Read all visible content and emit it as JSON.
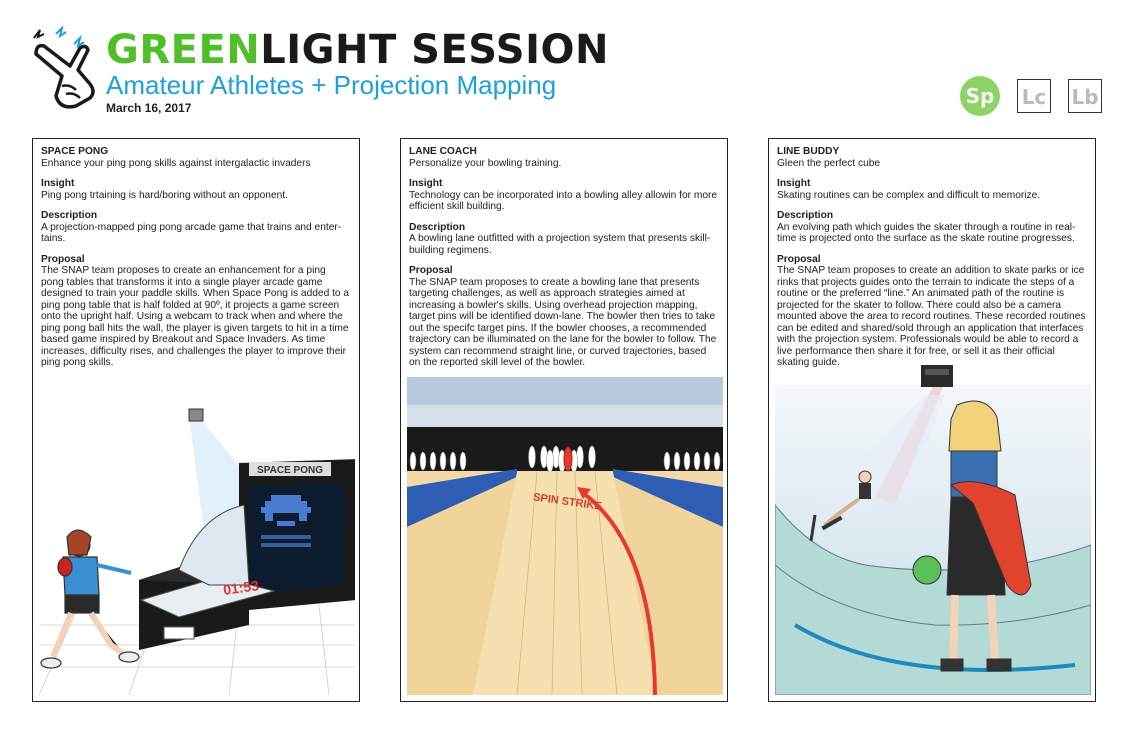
{
  "header": {
    "title_green": "GREEN",
    "title_dark": "LIGHT SESSION",
    "subtitle": "Amateur Athletes + Projection Mapping",
    "date": "March 16, 2017",
    "badges": [
      {
        "label": "Sp",
        "active": true
      },
      {
        "label": "Lc",
        "active": false
      },
      {
        "label": "Lb",
        "active": false
      }
    ]
  },
  "colors": {
    "green": "#4fbf2a",
    "blue": "#1ea0dc",
    "badge_active": "#8ed368"
  },
  "cards": [
    {
      "title": "SPACE PONG",
      "tagline": "Enhance your ping pong skills against intergalactic invaders",
      "insight_label": "Insight",
      "insight": "Ping pong trtaining is hard/boring without an opponent.",
      "description_label": "Description",
      "description": "A projection-mapped ping pong arcade game that trains and enter-tains.",
      "proposal_label": "Proposal",
      "proposal": "The SNAP team proposes to create an enhancement for a ping pong tables that transforms it into a single player arcade game designed to train your paddle skills. When Space Pong is added to a ping pong table that is half folded at 90º, it projects a game screen onto the upright half. Using a webcam to track when and where the ping pong ball hits the wall, the player is given targets to hit in a time based game inspired by Breakout and Space Invaders. As time increases, difficulty rises, and challenges the player to improve their ping pong skills.",
      "illustration": {
        "screen_label": "SPACE PONG",
        "timer": "01:53"
      }
    },
    {
      "title": "LANE COACH",
      "tagline": "Personalize your bowling training.",
      "insight_label": "Insight",
      "insight": "Technology can be incorporated into a bowling alley allowin for more efficient skill building.",
      "description_label": "Description",
      "description": "A bowling lane outfitted with a projection system that presents skill-building regimens.",
      "proposal_label": "Proposal",
      "proposal": "The SNAP team proposes to create a bowling lane that presents targeting challenges, as well as approach strategies aimed at increasing a bowler's skills. Using overhead projection mapping, target pins will be identified down-lane. The bowler then tries to take out the specifc target pins.  If the bowler chooses, a recommended trajectory can be illuminated on the lane for the bowler to follow. The system can recommend straight line, or curved trajectories, based on the reported skill level of the bowler.",
      "illustration": {
        "lane_text": "SPIN STRIKE"
      }
    },
    {
      "title": "LINE BUDDY",
      "tagline": "Gleen the perfect cube",
      "insight_label": "Insight",
      "insight": "Skating routines can be complex and difficult to memorize.",
      "description_label": "Description",
      "description": "An evolving path which guides the skater through a routine in real-time is projected onto the surface as the skate routine progresses.",
      "proposal_label": "Proposal",
      "proposal": "The SNAP team proposes to create an addition to skate parks or ice rinks that projects guides onto the terrain to indicate the steps of a routine or the preferred “line.” An animated path of the routine is projected for the skater to follow. There could also be a camera mounted above the area to record routines. These recorded routines can be edited and shared/sold through an application that interfaces with the projection system. Professionals would be able to record a live performance then share it for free, or sell it as their official skating guide.",
      "illustration": {}
    }
  ]
}
